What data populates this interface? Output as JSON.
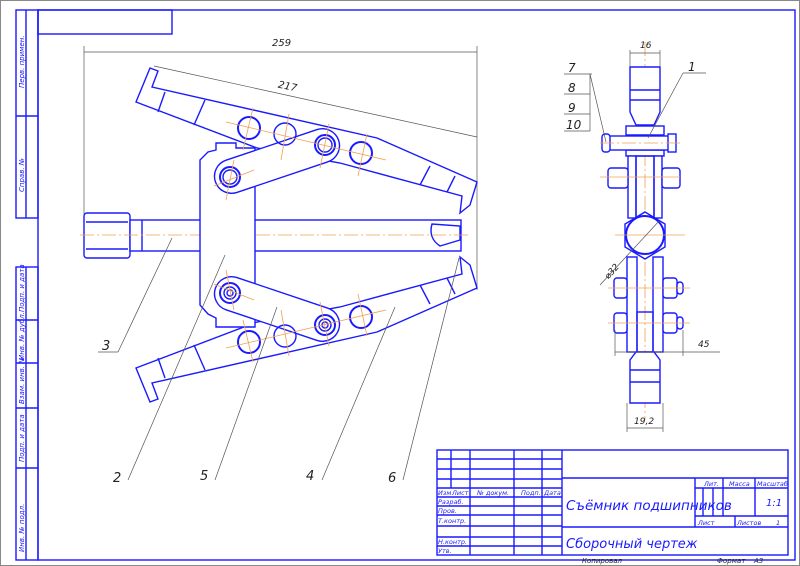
{
  "dimensions": {
    "overall_length": "259",
    "jaw_length": "217",
    "width_top": "16",
    "diameter": "⌀32",
    "bolt_span": "45",
    "width_bottom": "19,2"
  },
  "part_labels": {
    "p1": "1",
    "p2": "2",
    "p3": "3",
    "p4": "4",
    "p5": "5",
    "p6": "6",
    "p7": "7",
    "p8": "8",
    "p9": "9",
    "p10": "10"
  },
  "side_strip": {
    "perv_primen": "Перв. примен.",
    "sprav_no": "Справ. №",
    "podp_data_1": "Подп. и дата",
    "inv_dubl": "Инв. № дубл.",
    "vzam_inv": "Взам. инв. №",
    "podp_data_2": "Подп. и дата",
    "inv_podl": "Инв. № подл."
  },
  "title_block": {
    "headers": {
      "izm": "Изм",
      "list": "Лист",
      "doc_no": "№ докум.",
      "podp": "Подп.",
      "data": "Дата"
    },
    "roles": {
      "razrab": "Разраб.",
      "prov": "Пров.",
      "tkontr": "Т.контр.",
      "nkontr": "Н.контр.",
      "utv": "Утв."
    },
    "title": "Съёмник подшипников",
    "doc_type": "Сборочный чертеж",
    "lit_label": "Лит.",
    "massa_label": "Масса",
    "masshtab_label": "Масштаб",
    "scale": "1:1",
    "sheet_label": "Лист",
    "sheets_label": "Листов",
    "sheets": "1",
    "copied": "Копировал",
    "format_label": "Формат",
    "format": "A3"
  },
  "colors": {
    "line": "#1a1aff",
    "center": "#f0a050",
    "dim": "#555555"
  }
}
